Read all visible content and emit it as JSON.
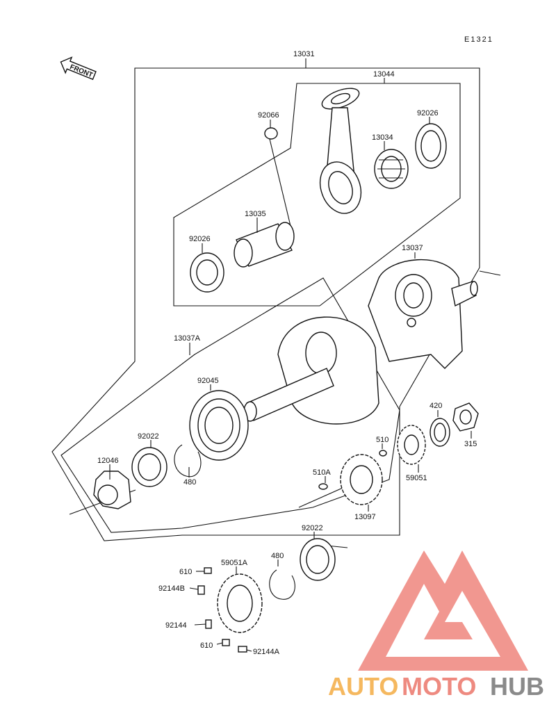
{
  "diagram": {
    "code": "E1321",
    "front_label": "FRONT",
    "parts": [
      {
        "id": "13031",
        "label": "13031"
      },
      {
        "id": "13044",
        "label": "13044"
      },
      {
        "id": "92066",
        "label": "92066"
      },
      {
        "id": "92026a",
        "label": "92026"
      },
      {
        "id": "13034",
        "label": "13034"
      },
      {
        "id": "13035",
        "label": "13035"
      },
      {
        "id": "92026b",
        "label": "92026"
      },
      {
        "id": "13037",
        "label": "13037"
      },
      {
        "id": "13037A",
        "label": "13037A"
      },
      {
        "id": "92045",
        "label": "92045"
      },
      {
        "id": "92022a",
        "label": "92022"
      },
      {
        "id": "12046",
        "label": "12046"
      },
      {
        "id": "480a",
        "label": "480"
      },
      {
        "id": "420",
        "label": "420"
      },
      {
        "id": "315",
        "label": "315"
      },
      {
        "id": "510",
        "label": "510"
      },
      {
        "id": "59051",
        "label": "59051"
      },
      {
        "id": "510A",
        "label": "510A"
      },
      {
        "id": "13097",
        "label": "13097"
      },
      {
        "id": "92022b",
        "label": "92022"
      },
      {
        "id": "480b",
        "label": "480"
      },
      {
        "id": "59051A",
        "label": "59051A"
      },
      {
        "id": "610a",
        "label": "610"
      },
      {
        "id": "92144B",
        "label": "92144B"
      },
      {
        "id": "92144",
        "label": "92144"
      },
      {
        "id": "610b",
        "label": "610"
      },
      {
        "id": "92144A",
        "label": "92144A"
      }
    ]
  },
  "watermark": {
    "part1": "AUTO",
    "part2": "MOTO",
    "part3": "HUB",
    "color1": "#f5b85f",
    "color2": "#ee8a80",
    "color3": "#8a8a8a",
    "logo_color": "#f08c84"
  }
}
